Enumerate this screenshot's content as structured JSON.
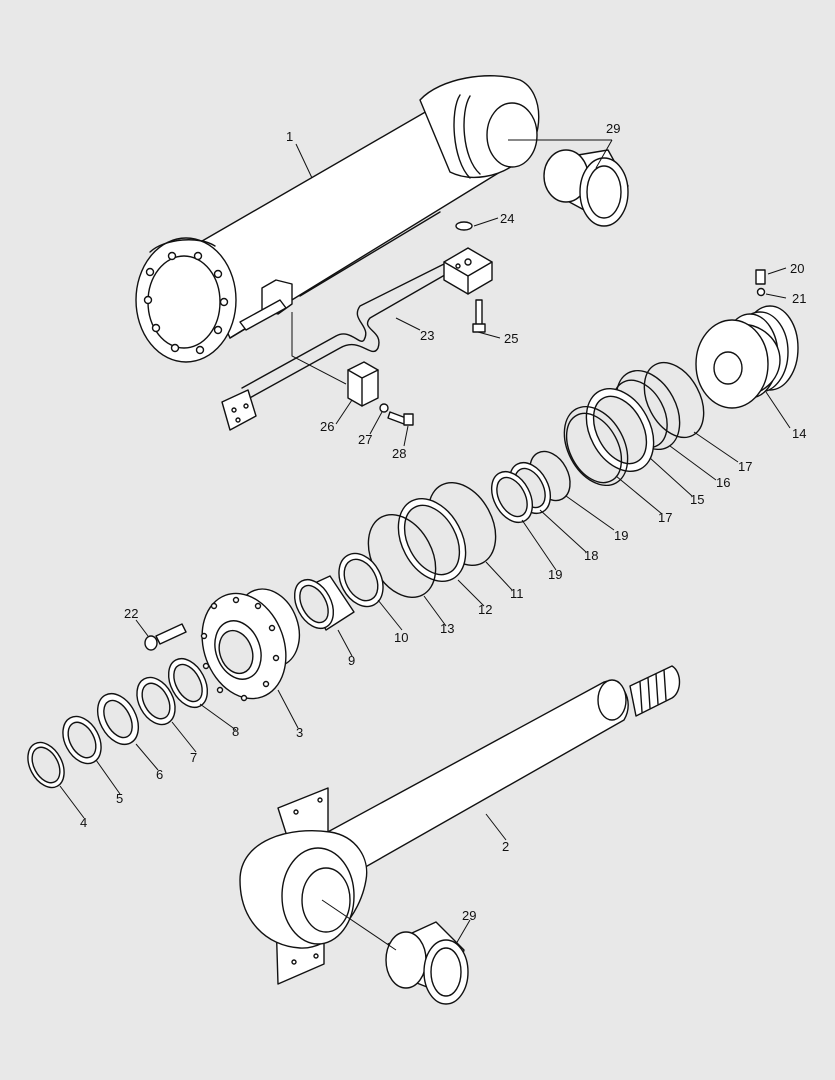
{
  "callouts": [
    "1",
    "2",
    "3",
    "4",
    "5",
    "6",
    "7",
    "8",
    "9",
    "10",
    "11",
    "12",
    "13",
    "14",
    "15",
    "16",
    "17",
    "17",
    "18",
    "19",
    "19",
    "20",
    "21",
    "22",
    "23",
    "24",
    "25",
    "26",
    "27",
    "28",
    "29",
    "29"
  ]
}
